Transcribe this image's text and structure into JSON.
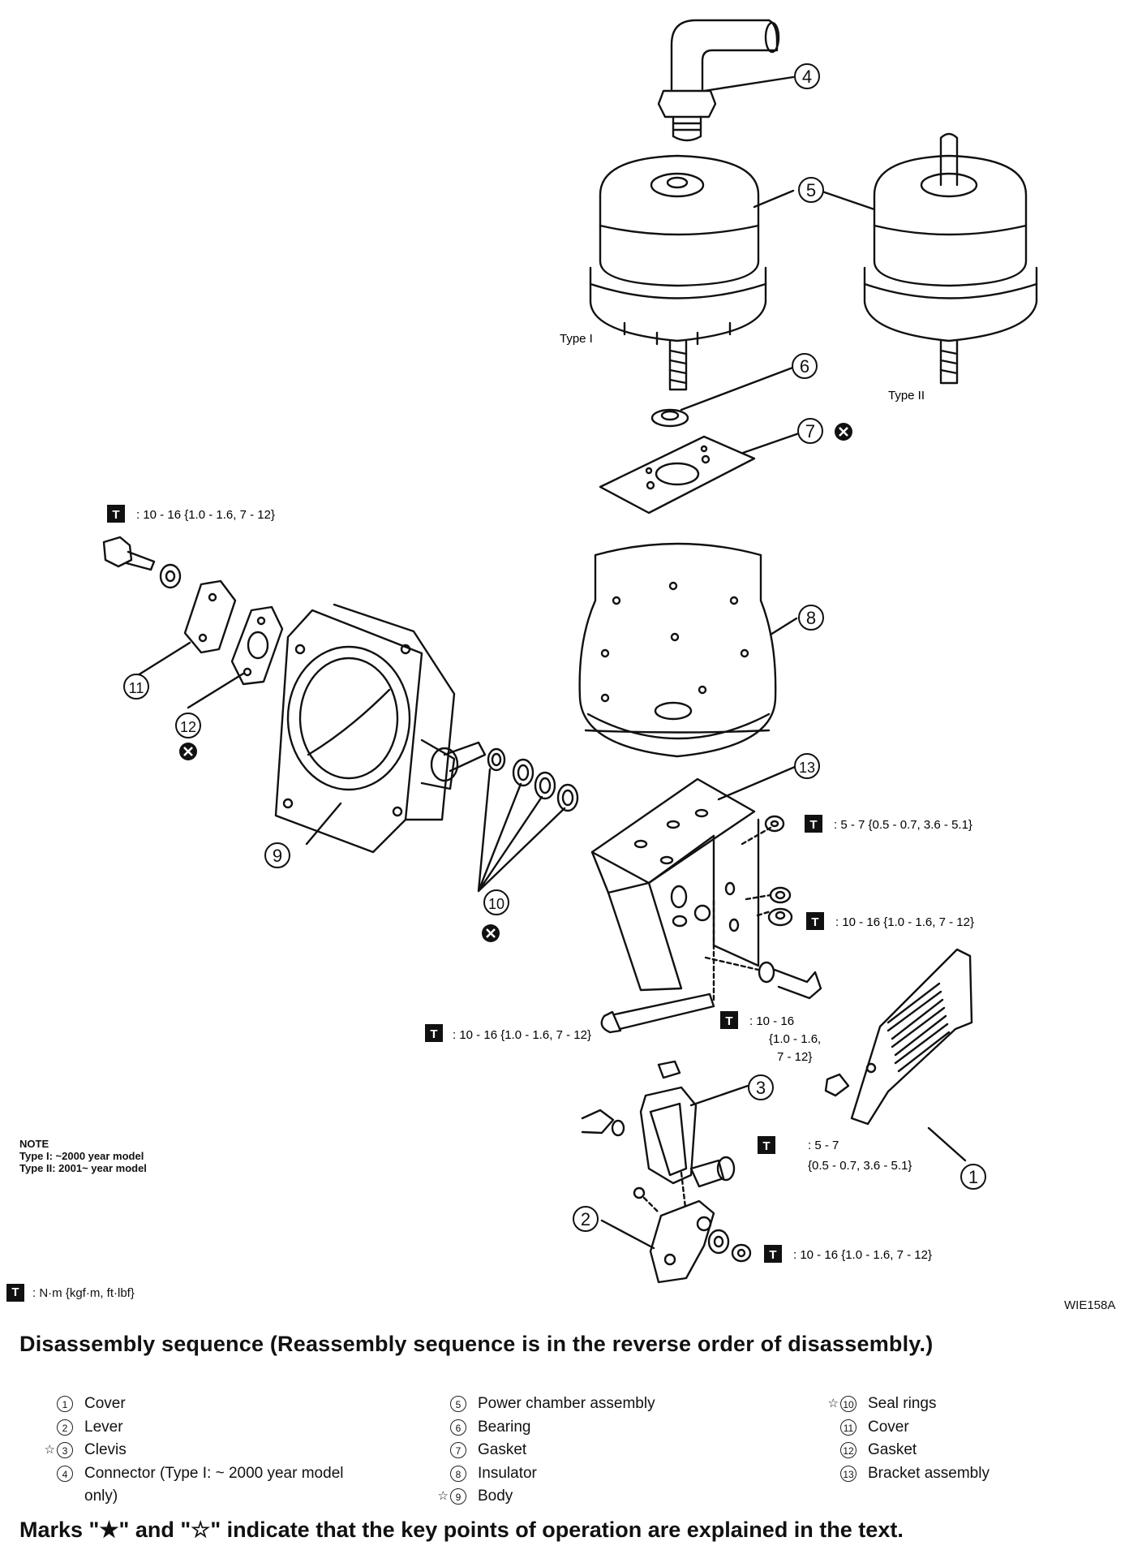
{
  "torque_symbol": "T",
  "torque_specs": {
    "t1": ": 10 - 16 {1.0 - 1.6, 7 - 12}",
    "t2": ": 5 - 7 {0.5 - 0.7, 3.6 - 5.1}",
    "t3": ": 10 - 16 {1.0 - 1.6, 7 - 12}",
    "t4": ": 10 - 16 {1.0 - 1.6, 7 - 12}",
    "t5_line1": ": 10 - 16",
    "t5_line2": "{1.0 - 1.6,",
    "t5_line3": "7 - 12}",
    "t6_line1": ": 5 - 7",
    "t6_line2": "{0.5 - 0.7, 3.6 - 5.1}",
    "t7": ": 10 - 16 {1.0 - 1.6, 7 - 12}"
  },
  "type_labels": {
    "type1": "Type I",
    "type2": "Type II"
  },
  "callouts": {
    "c1": "1",
    "c2": "2",
    "c3": "3",
    "c4": "4",
    "c5": "5",
    "c6": "6",
    "c7": "7",
    "c8": "8",
    "c9": "9",
    "c10": "10",
    "c11": "11",
    "c12": "12",
    "c13": "13"
  },
  "note": {
    "title": "NOTE",
    "line1": "Type I: ~2000 year model",
    "line2": "Type II: 2001~ year model"
  },
  "units_legend": ": N·m {kgf·m, ft·lbf}",
  "figure_code": "WIE158A",
  "heading": "Disassembly sequence (Reassembly sequence is in the reverse order of disassembly.)",
  "sequence": {
    "col1": [
      {
        "num": "1",
        "mark": "",
        "text": "Cover"
      },
      {
        "num": "2",
        "mark": "",
        "text": "Lever"
      },
      {
        "num": "3",
        "mark": "☆",
        "text": "Clevis"
      },
      {
        "num": "4",
        "mark": "",
        "text": "Connector (Type I: ~ 2000 year model only)"
      }
    ],
    "col2": [
      {
        "num": "5",
        "mark": "",
        "text": "Power chamber assembly"
      },
      {
        "num": "6",
        "mark": "",
        "text": "Bearing"
      },
      {
        "num": "7",
        "mark": "",
        "text": "Gasket"
      },
      {
        "num": "8",
        "mark": "",
        "text": "Insulator"
      },
      {
        "num": "9",
        "mark": "☆",
        "text": "Body"
      }
    ],
    "col3": [
      {
        "num": "10",
        "mark": "☆",
        "text": "Seal rings"
      },
      {
        "num": "11",
        "mark": "",
        "text": "Cover"
      },
      {
        "num": "12",
        "mark": "",
        "text": "Gasket"
      },
      {
        "num": "13",
        "mark": "",
        "text": "Bracket assembly"
      }
    ]
  },
  "footer": "Marks \"★\" and \"☆\" indicate that the key points of operation are explained in the text."
}
